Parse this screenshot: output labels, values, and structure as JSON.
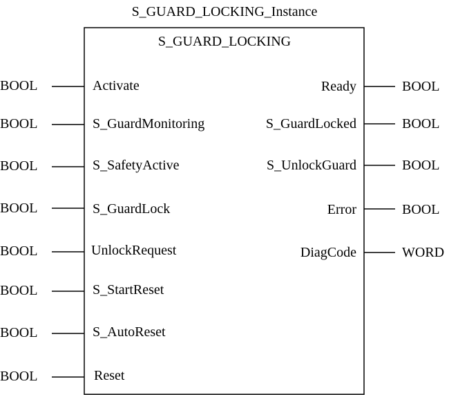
{
  "block": {
    "instance_name": "S_GUARD_LOCKING_Instance",
    "type_name": "S_GUARD_LOCKING"
  },
  "inputs": [
    {
      "type": "BOOL",
      "name": "Activate"
    },
    {
      "type": "BOOL",
      "name": "S_GuardMonitoring"
    },
    {
      "type": "BOOL",
      "name": "S_SafetyActive"
    },
    {
      "type": "BOOL",
      "name": "S_GuardLock"
    },
    {
      "type": "BOOL",
      "name": "UnlockRequest"
    },
    {
      "type": "BOOL",
      "name": "S_StartReset"
    },
    {
      "type": "BOOL",
      "name": "S_AutoReset"
    },
    {
      "type": "BOOL",
      "name": "Reset"
    }
  ],
  "outputs": [
    {
      "name": "Ready",
      "type": "BOOL"
    },
    {
      "name": "S_GuardLocked",
      "type": "BOOL"
    },
    {
      "name": "S_UnlockGuard",
      "type": "BOOL"
    },
    {
      "name": "Error",
      "type": "BOOL"
    },
    {
      "name": "DiagCode",
      "type": "WORD"
    }
  ]
}
